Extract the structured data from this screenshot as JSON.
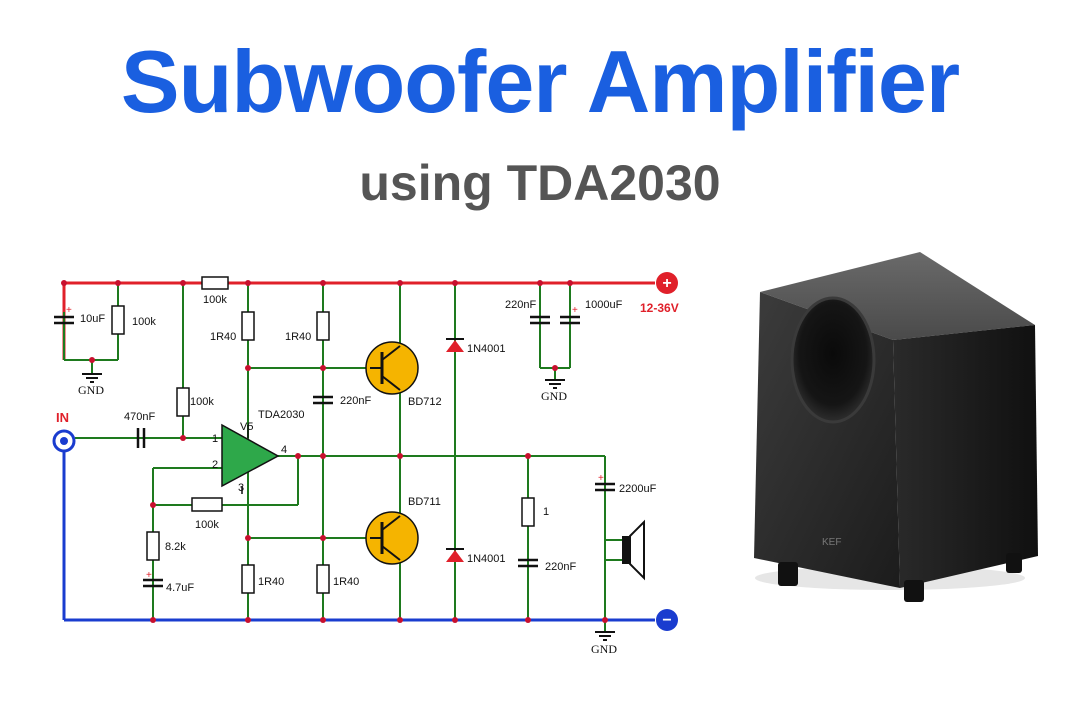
{
  "title": "Subwoofer Amplifier",
  "subtitle": "using TDA2030",
  "schematic": {
    "supply_label": "12-36V",
    "input_label": "IN",
    "gnd_label": "GND",
    "plus_symbol": "+",
    "minus_symbol": "−",
    "ic": {
      "name": "TDA2030",
      "pin1": "1",
      "pin2": "2",
      "pin3": "3",
      "pin4": "4",
      "pin5": "V5"
    },
    "components": {
      "c_10uf": "10uF",
      "r_100k_bias": "100k",
      "r_100k_top": "100k",
      "r_100k_mid": "100k",
      "r_100k_fb": "100k",
      "c_470nf": "470nF",
      "r_8_2k": "8.2k",
      "c_4_7uf": "4.7uF",
      "r_1r40_a": "1R40",
      "r_1r40_b": "1R40",
      "r_1r40_c": "1R40",
      "r_1r40_d": "1R40",
      "c_220nf_mid": "220nF",
      "c_220nf_top": "220nF",
      "c_220nf_zobel": "220nF",
      "c_1000uf": "1000uF",
      "c_2200uf": "2200uF",
      "r_1": "1",
      "d_top": "1N4001",
      "d_bot": "1N4001",
      "q_top": "BD712",
      "q_bot": "BD711"
    },
    "colors": {
      "positive_rail": "#e0202a",
      "negative_rail": "#1a3ccf",
      "signal_wire": "#1e7a1e",
      "ic_body": "#2ea84a",
      "transistor": "#f5b400",
      "node": "#c8102e"
    }
  },
  "speaker_box": {
    "brand_text": "KEF"
  }
}
